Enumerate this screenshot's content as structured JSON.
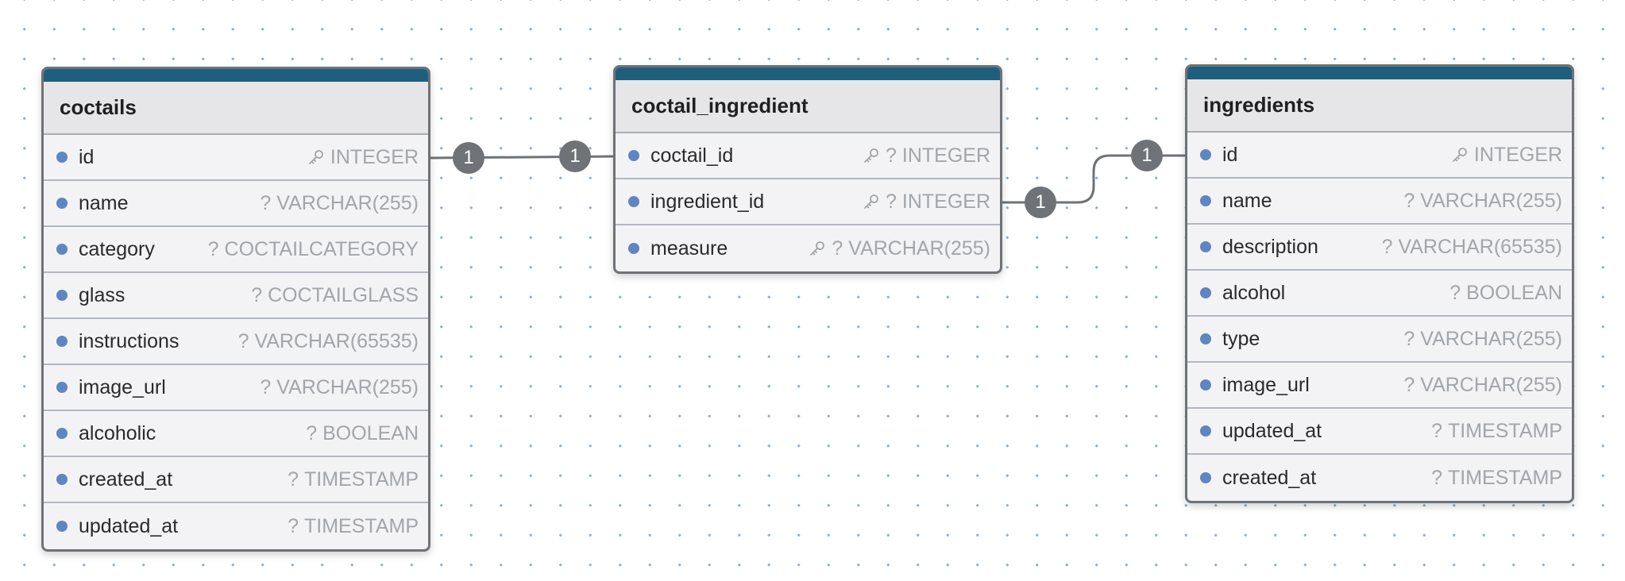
{
  "tables": [
    {
      "name": "coctails",
      "columns": [
        {
          "name": "id",
          "type": "INTEGER",
          "key": true,
          "nullable": false
        },
        {
          "name": "name",
          "type": "VARCHAR(255)",
          "key": false,
          "nullable": true
        },
        {
          "name": "category",
          "type": "COCTAILCATEGORY",
          "key": false,
          "nullable": true
        },
        {
          "name": "glass",
          "type": "COCTAILGLASS",
          "key": false,
          "nullable": true
        },
        {
          "name": "instructions",
          "type": "VARCHAR(65535)",
          "key": false,
          "nullable": true
        },
        {
          "name": "image_url",
          "type": "VARCHAR(255)",
          "key": false,
          "nullable": true
        },
        {
          "name": "alcoholic",
          "type": "BOOLEAN",
          "key": false,
          "nullable": true
        },
        {
          "name": "created_at",
          "type": "TIMESTAMP",
          "key": false,
          "nullable": true
        },
        {
          "name": "updated_at",
          "type": "TIMESTAMP",
          "key": false,
          "nullable": true
        }
      ]
    },
    {
      "name": "coctail_ingredient",
      "columns": [
        {
          "name": "coctail_id",
          "type": "INTEGER",
          "key": true,
          "nullable": true
        },
        {
          "name": "ingredient_id",
          "type": "INTEGER",
          "key": true,
          "nullable": true
        },
        {
          "name": "measure",
          "type": "VARCHAR(255)",
          "key": true,
          "nullable": true
        }
      ]
    },
    {
      "name": "ingredients",
      "columns": [
        {
          "name": "id",
          "type": "INTEGER",
          "key": true,
          "nullable": false
        },
        {
          "name": "name",
          "type": "VARCHAR(255)",
          "key": false,
          "nullable": true
        },
        {
          "name": "description",
          "type": "VARCHAR(65535)",
          "key": false,
          "nullable": true
        },
        {
          "name": "alcohol",
          "type": "BOOLEAN",
          "key": false,
          "nullable": true
        },
        {
          "name": "type",
          "type": "VARCHAR(255)",
          "key": false,
          "nullable": true
        },
        {
          "name": "image_url",
          "type": "VARCHAR(255)",
          "key": false,
          "nullable": true
        },
        {
          "name": "updated_at",
          "type": "TIMESTAMP",
          "key": false,
          "nullable": true
        },
        {
          "name": "created_at",
          "type": "TIMESTAMP",
          "key": false,
          "nullable": true
        }
      ]
    }
  ],
  "relationships": [
    {
      "from": "coctails.id",
      "to": "coctail_ingredient.coctail_id",
      "from_label": "1",
      "to_label": "1"
    },
    {
      "from": "coctail_ingredient.ingredient_id",
      "to": "ingredients.id",
      "from_label": "1",
      "to_label": "1"
    }
  ],
  "style": {
    "accent": "#1e5f7d",
    "dot": "#5d86c2",
    "link": "#6f7277",
    "type_text": "#a2a5ab"
  }
}
